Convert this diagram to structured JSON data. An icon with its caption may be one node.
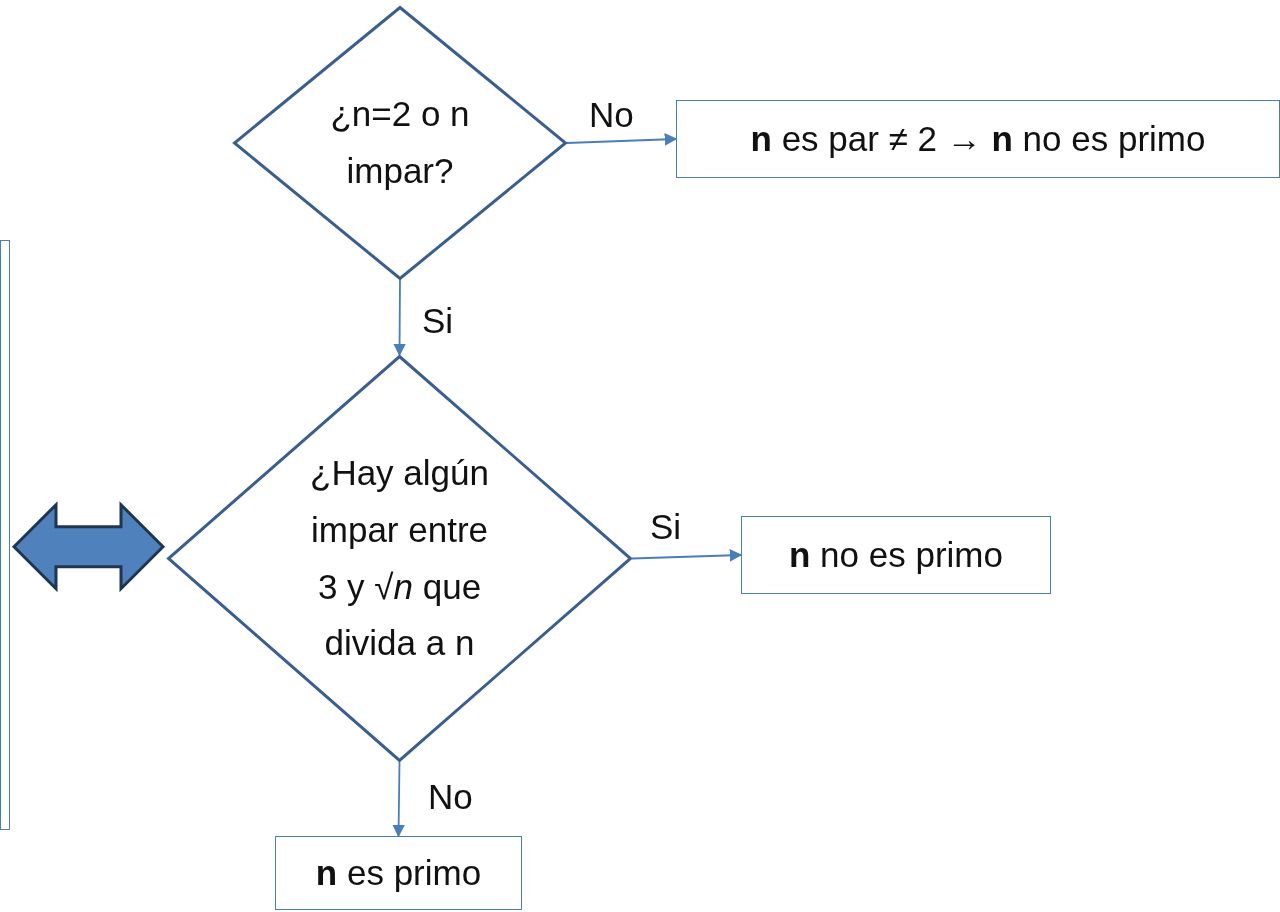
{
  "diagram": {
    "nodes": [
      {
        "text": [
          "¿n=2 o n impar?"
        ]
      },
      {
        "text": [
          "**n** es par ≠ 2 → **n** no es primo"
        ]
      },
      {
        "text": [
          "¿Hay algún impar entre 3 y √*n* que divida a n"
        ]
      },
      {
        "text": [
          "**n** no es primo"
        ]
      },
      {
        "text": [
          "**n** es primo"
        ]
      },
      {
        "text": [],
        "shape": "box"
      }
    ],
    "edges": [
      {
        "from": 0,
        "to": 1,
        "arrow": "to",
        "label": "No"
      },
      {
        "from": 0,
        "to": 2,
        "arrow": "to",
        "label": "Si"
      },
      {
        "from": 2,
        "to": 3,
        "arrow": "to",
        "label": "Si"
      },
      {
        "from": 2,
        "to": 4,
        "arrow": "to",
        "label": "No"
      },
      {
        "from": 5,
        "to": 2,
        "arrow": "both",
        "style": "thick"
      }
    ]
  }
}
